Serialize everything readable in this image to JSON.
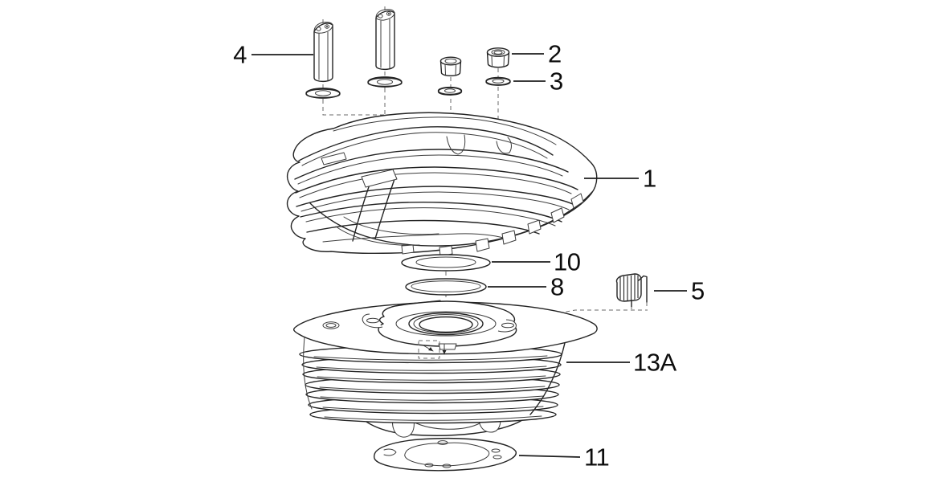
{
  "figure": {
    "kind": "exploded-parts-line-drawing",
    "colors": {
      "background": "#ffffff",
      "line": "#232323",
      "label_text": "#0d0d0d"
    }
  },
  "callouts": [
    {
      "label": "4",
      "points_to": "stud-bolts"
    },
    {
      "label": "2",
      "points_to": "hex-nut"
    },
    {
      "label": "3",
      "points_to": "flat-washer"
    },
    {
      "label": "1",
      "points_to": "cylinder-head"
    },
    {
      "label": "10",
      "points_to": "head-gasket-ring"
    },
    {
      "label": "8",
      "points_to": "o-ring"
    },
    {
      "label": "5",
      "points_to": "spring-clip"
    },
    {
      "label": "13A",
      "points_to": "cylinder"
    },
    {
      "label": "11",
      "points_to": "base-gasket"
    }
  ]
}
